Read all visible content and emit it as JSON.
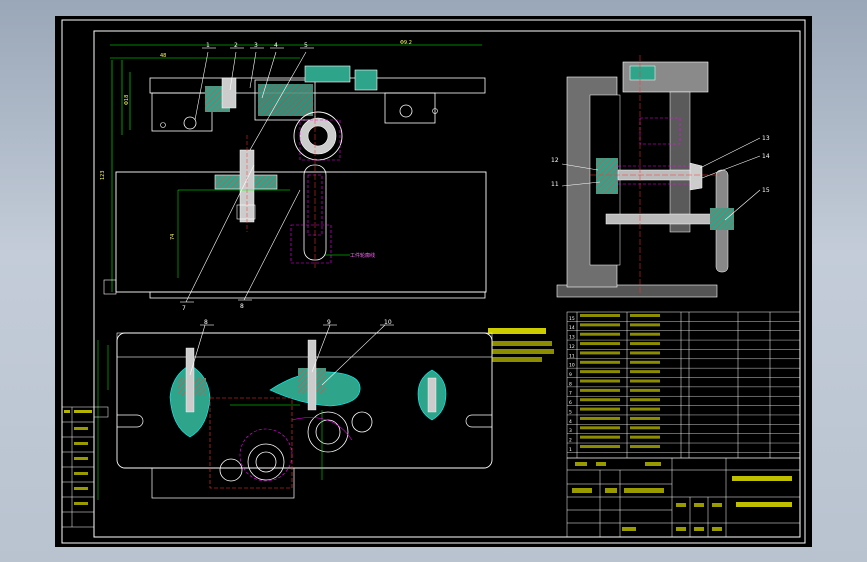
{
  "colors": {
    "background": "#000000",
    "frame": "#ffffff",
    "dimension": "#00ff00",
    "hatch": "#ff4040",
    "fill_green": "#2ea58b",
    "center": "#ff3333",
    "hidden": "#ff00ff",
    "part": "#ffffff",
    "gray_body": "#7a7a7a",
    "cyan": "#00ffff",
    "yellow": "#ffff00"
  },
  "front_view": {
    "balloons": [
      "1",
      "2",
      "3",
      "4",
      "5",
      "7",
      "8"
    ]
  },
  "side_view": {
    "balloons": [
      "12",
      "11",
      "13",
      "14",
      "15"
    ]
  },
  "top_view": {
    "balloons": [
      "8",
      "9",
      "10"
    ]
  },
  "title_block": {
    "rows": [
      "15",
      "14",
      "13",
      "12",
      "11",
      "10",
      "9",
      "8",
      "7",
      "6",
      "5",
      "4",
      "3",
      "2",
      "1"
    ]
  }
}
